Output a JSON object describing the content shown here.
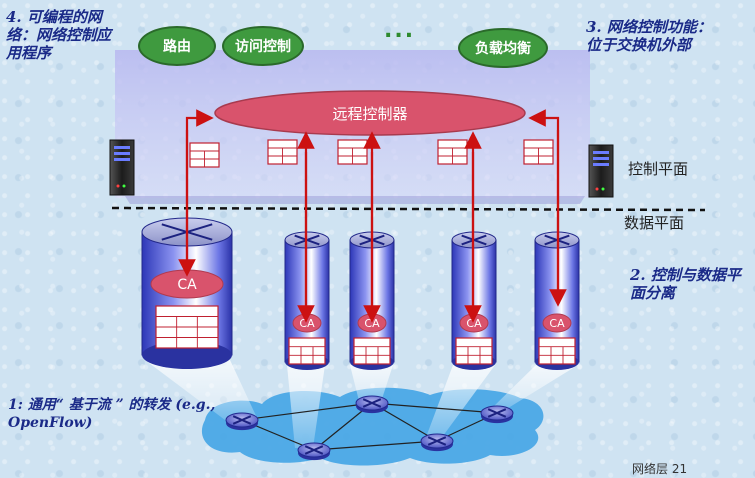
{
  "labels": {
    "programmable": "4. 可编程的网络：网络控制应用程序",
    "external_control": "3. 网络控制功能：位于交换机外部",
    "control_plane": "控制平面",
    "data_plane": "数据平面",
    "separation": "2. 控制与数据平面分离",
    "generic_forwarding": "1: 通用“ 基于流 ” 的转发 (e.g., OpenFlow)",
    "footer": "网络层  21"
  },
  "applications": [
    "路由",
    "访问控制",
    "负载均衡"
  ],
  "ellipsis": "...",
  "controller": "远程控制器",
  "ca": "CA",
  "colors": {
    "app_green": "#3f9a3f",
    "controller_red": "#d9536c",
    "arrow_red": "#cc1111",
    "label_blue": "#1a2a88",
    "router_blue": "#3a44c8",
    "cloud_blue": "#4aa8e6"
  }
}
